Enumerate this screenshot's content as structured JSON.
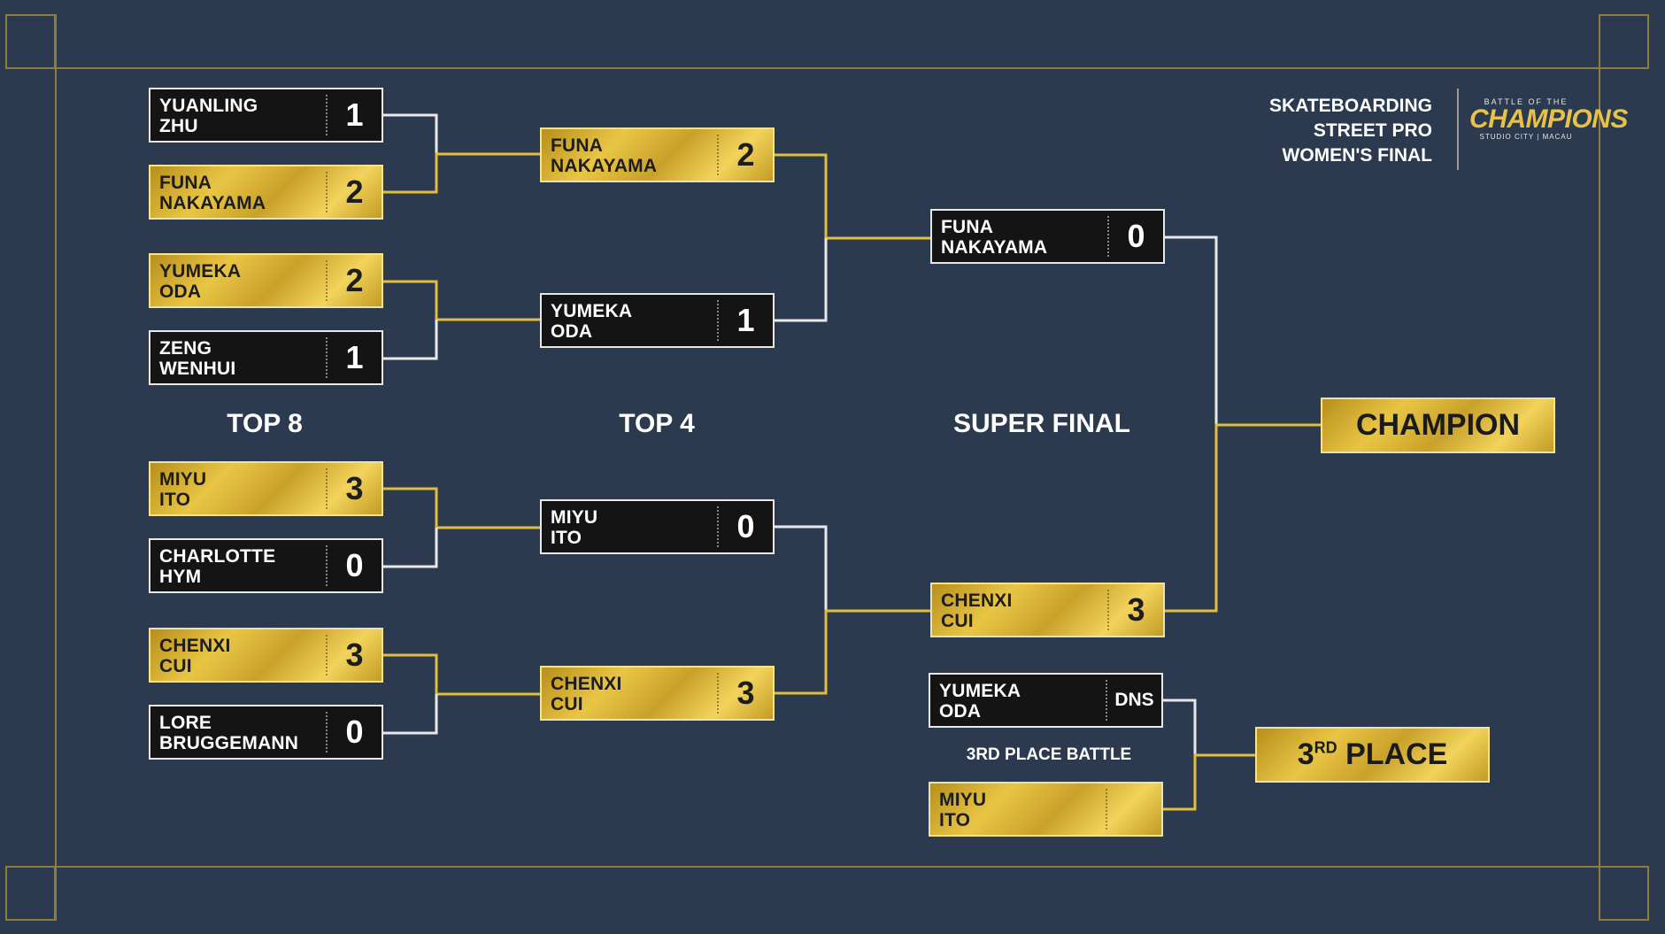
{
  "event": {
    "title_lines": [
      "SKATEBOARDING",
      "STREET PRO",
      "WOMEN'S FINAL"
    ],
    "logo": {
      "top": "BATTLE OF THE",
      "main": "CHAMPIONS",
      "bottom": "STUDIO CITY | MACAU"
    }
  },
  "rounds": {
    "top8": "TOP 8",
    "top4": "TOP 4",
    "super_final": "SUPER FINAL",
    "third_place_battle": "3RD PLACE BATTLE"
  },
  "top8": [
    {
      "name": "YUANLING\nZHU",
      "score": "1",
      "winner": false
    },
    {
      "name": "FUNA\nNAKAYAMA",
      "score": "2",
      "winner": true
    },
    {
      "name": "YUMEKA\nODA",
      "score": "2",
      "winner": true
    },
    {
      "name": "ZENG\nWENHUI",
      "score": "1",
      "winner": false
    },
    {
      "name": "MIYU\nITO",
      "score": "3",
      "winner": true
    },
    {
      "name": "CHARLOTTE\nHYM",
      "score": "0",
      "winner": false
    },
    {
      "name": "CHENXI\nCUI",
      "score": "3",
      "winner": true
    },
    {
      "name": "LORE\nBRUGGEMANN",
      "score": "0",
      "winner": false
    }
  ],
  "top4": [
    {
      "name": "FUNA\nNAKAYAMA",
      "score": "2",
      "winner": true
    },
    {
      "name": "YUMEKA\nODA",
      "score": "1",
      "winner": false
    },
    {
      "name": "MIYU\nITO",
      "score": "0",
      "winner": false
    },
    {
      "name": "CHENXI\nCUI",
      "score": "3",
      "winner": true
    }
  ],
  "super_final": [
    {
      "name": "FUNA\nNAKAYAMA",
      "score": "0",
      "winner": false
    },
    {
      "name": "CHENXI\nCUI",
      "score": "3",
      "winner": true
    }
  ],
  "third_place": [
    {
      "name": "YUMEKA\nODA",
      "score": "DNS",
      "winner": false
    },
    {
      "name": "MIYU\nITO",
      "score": "",
      "winner": true
    }
  ],
  "champion_label": "CHAMPION",
  "third_place_label": {
    "num": "3",
    "sup": "RD",
    "text": "PLACE"
  },
  "colors": {
    "background": "#2b3a4f",
    "gold": "#e2bd3c",
    "dark_box": "#141414",
    "frame": "#8f7d3c"
  }
}
